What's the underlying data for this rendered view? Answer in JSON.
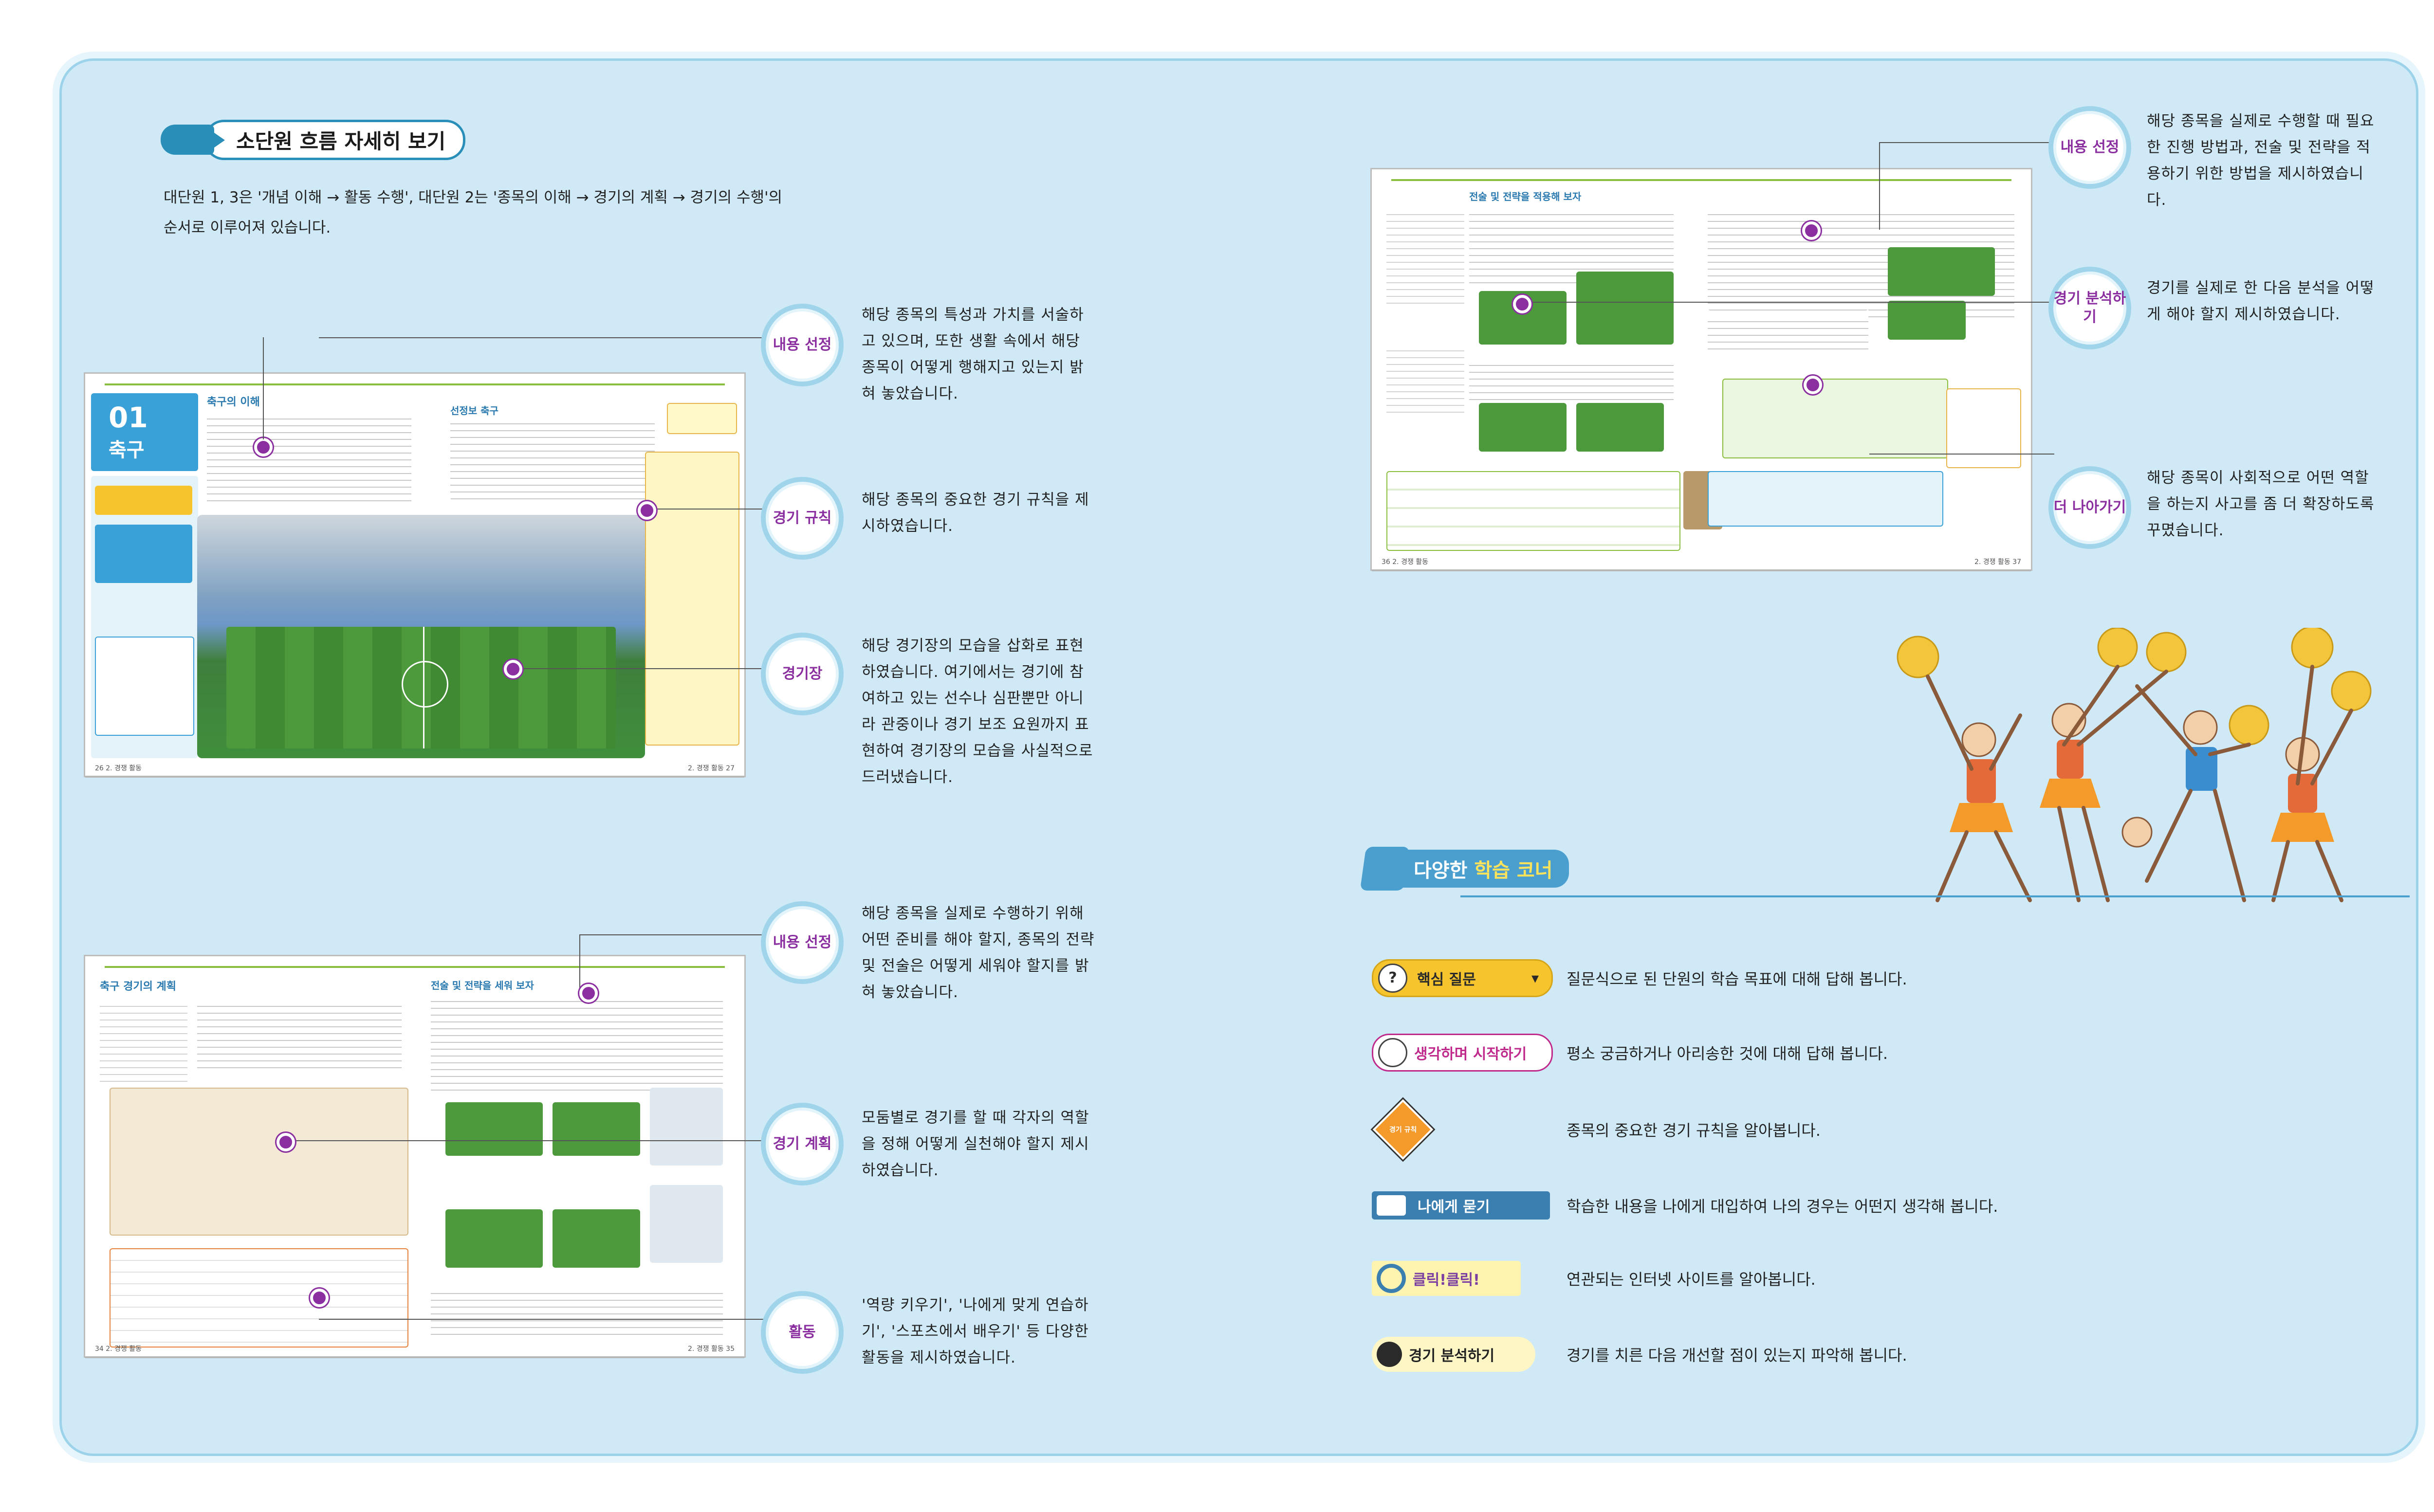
{
  "heading": "소단원 흐름 자세히 보기",
  "intro": "대단원 1, 3은 '개념 이해 → 활동 수행', 대단원 2는 '종목의 이해 → 경기의 계획 → 경기의 수행'의 순서로 이루어져 있습니다.",
  "page1": {
    "badge_num": "01",
    "badge_word": "축구",
    "title": "축구의 이해",
    "col2_title": "선정보 축구",
    "footer_left": "26 2. 경쟁 활동",
    "footer_right": "2. 경쟁 활동 27"
  },
  "page2": {
    "title": "축구 경기의 계획",
    "col2_title": "전술 및 전략을 세워 보자",
    "footer_left": "34 2. 경쟁 활동",
    "footer_right": "2. 경쟁 활동 35"
  },
  "page3": {
    "title": "전술 및 전략을 적용해 보자",
    "footer_left": "36 2. 경쟁 활동",
    "footer_right": "2. 경쟁 활동 37"
  },
  "callouts": [
    {
      "label": "내용 선정",
      "text": "해당 종목의 특성과 가치를 서술하고 있으며, 또한 생활 속에서 해당 종목이 어떻게 행해지고 있는지 밝혀 놓았습니다."
    },
    {
      "label": "경기 규칙",
      "text": "해당 종목의 중요한 경기 규칙을 제시하였습니다."
    },
    {
      "label": "경기장",
      "text": "해당 경기장의 모습을 삽화로 표현하였습니다. 여기에서는 경기에 참여하고 있는 선수나 심판뿐만 아니라 관중이나 경기 보조 요원까지 표현하여 경기장의 모습을 사실적으로 드러냈습니다."
    },
    {
      "label": "내용 선정",
      "text": "해당 종목을 실제로 수행하기 위해 어떤 준비를 해야 할지, 종목의 전략 및 전술은 어떻게 세워야 할지를 밝혀 놓았습니다."
    },
    {
      "label": "경기 계획",
      "text": "모둠별로 경기를 할 때 각자의 역할을 정해 어떻게 실천해야 할지 제시하였습니다."
    },
    {
      "label": "활동",
      "text": "'역량 키우기', '나에게 맞게 연습하기', '스포츠에서 배우기' 등 다양한 활동을 제시하였습니다."
    },
    {
      "label": "내용 선정",
      "text": "해당 종목을 실제로 수행할 때 필요한 진행 방법과, 전술 및 전략을 적용하기 위한 방법을 제시하였습니다."
    },
    {
      "label": "경기 분석하기",
      "text": "경기를 실제로 한 다음 분석을 어떻게 해야 할지 제시하였습니다."
    },
    {
      "label": "더 나아가기",
      "text": "해당 종목이 사회적으로 어떤 역할을 하는지 사고를 좀 더 확장하도록 꾸몄습니다."
    }
  ],
  "corner": {
    "title_a": "다양한",
    "title_b": "학습 코너",
    "items": [
      {
        "icon": "question-icon",
        "label": "핵심 질문",
        "text": "질문식으로 된 단원의 학습 목표에 대해 답해 봅니다."
      },
      {
        "icon": "brain-icon",
        "label": "생각하며 시작하기",
        "text": "평소 궁금하거나 아리송한 것에 대해 답해 봅니다."
      },
      {
        "icon": "rule-sign-icon",
        "label": "경기 규칙",
        "text": "종목의 중요한 경기 규칙을 알아봅니다."
      },
      {
        "icon": "speech-icon",
        "label": "나에게 묻기",
        "text": "학습한 내용을 나에게 대입하여 나의 경우는 어떤지 생각해 봅니다."
      },
      {
        "icon": "magnifier-icon",
        "label": "클릭!클릭!",
        "text": "연관되는 인터넷 사이트를 알아봅니다."
      },
      {
        "icon": "chart-icon",
        "label": "경기 분석하기",
        "text": "경기를 치른 다음 개선할 점이 있는지 파악해 봅니다."
      }
    ]
  },
  "colors": {
    "frame": "#cfe9f6",
    "accent": "#8b2fa0",
    "green": "#8bbf3f",
    "blue": "#4a9fcf"
  }
}
